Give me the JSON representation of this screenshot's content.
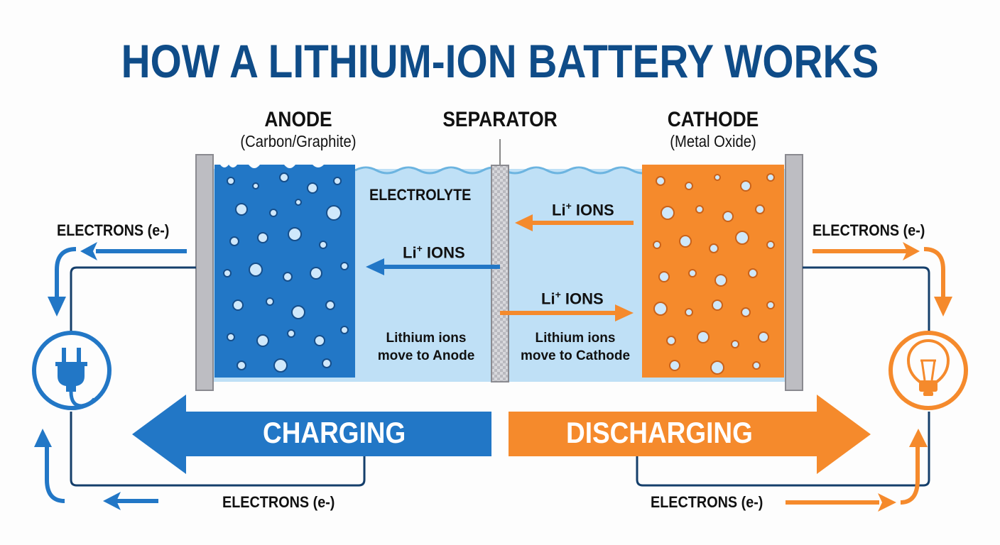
{
  "title": "HOW A LITHIUM-ION BATTERY WORKS",
  "components": {
    "anode": {
      "label": "ANODE",
      "material": "(Carbon/Graphite)",
      "color": "#2277c6"
    },
    "separator": {
      "label": "SEPARATOR"
    },
    "cathode": {
      "label": "CATHODE",
      "material": "(Metal Oxide)",
      "color": "#f58a2c"
    },
    "electrolyte": {
      "label": "ELECTROLYTE",
      "color": "#bfe0f6"
    }
  },
  "ion_flows": {
    "discharge_top": {
      "label_main": "Li",
      "label_sup": "+",
      "label_rest": " IONS",
      "direction": "left"
    },
    "charge_mid": {
      "label_main": "Li",
      "label_sup": "+",
      "label_rest": " IONS",
      "direction": "left"
    },
    "discharge_low": {
      "label_main": "Li",
      "label_sup": "+",
      "label_rest": " IONS",
      "direction": "right"
    }
  },
  "notes": {
    "to_anode_line1": "Lithium ions",
    "to_anode_line2": "move to Anode",
    "to_cathode_line1": "Lithium ions",
    "to_cathode_line2": "move to Cathode"
  },
  "electrons": {
    "top_left": "ELECTRONS (e-)",
    "top_right": "ELECTRONS (e-)",
    "bottom_left": "ELECTRONS (e-)",
    "bottom_right": "ELECTRONS (e-)"
  },
  "modes": {
    "charging": {
      "label": "CHARGING",
      "color": "#2277c6"
    },
    "discharging": {
      "label": "DISCHARGING",
      "color": "#f58a2c"
    }
  },
  "icons": {
    "left": "power-plug-icon",
    "right": "light-bulb-icon"
  },
  "colors": {
    "title": "#0f4c88",
    "wire": "#153f6b",
    "collector": "#bdbdc2"
  }
}
